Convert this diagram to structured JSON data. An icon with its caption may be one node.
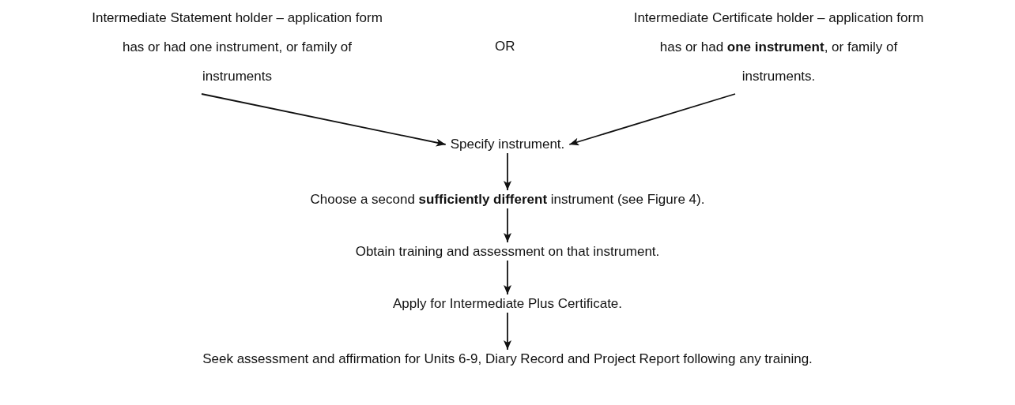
{
  "diagram": {
    "nodes": [
      {
        "text": [
          "Intermediate Statement holder – application form",
          "has or had one instrument, or family of instruments"
        ]
      },
      {
        "text": [
          "Intermediate Certificate holder – application form",
          "has or had **one instrument**, or family of instruments."
        ]
      },
      {
        "text": [
          "Specify instrument."
        ]
      },
      {
        "text": [
          "Choose a second **sufficiently different** instrument (see Figure 4)."
        ]
      },
      {
        "text": [
          "Obtain training and assessment on that instrument."
        ]
      },
      {
        "text": [
          "Apply for Intermediate Plus Certificate."
        ]
      },
      {
        "text": [
          "Seek assessment and affirmation for Units 6-9, Diary Record and Project Report following any training."
        ]
      }
    ],
    "edges": [
      {
        "from": 0,
        "to": 2,
        "arrow": "to"
      },
      {
        "from": 1,
        "to": 2,
        "arrow": "to"
      },
      {
        "from": 2,
        "to": 3,
        "arrow": "to"
      },
      {
        "from": 3,
        "to": 4,
        "arrow": "to"
      },
      {
        "from": 4,
        "to": 5,
        "arrow": "to"
      },
      {
        "from": 5,
        "to": 6,
        "arrow": "to"
      }
    ],
    "labels": [
      "OR"
    ]
  }
}
